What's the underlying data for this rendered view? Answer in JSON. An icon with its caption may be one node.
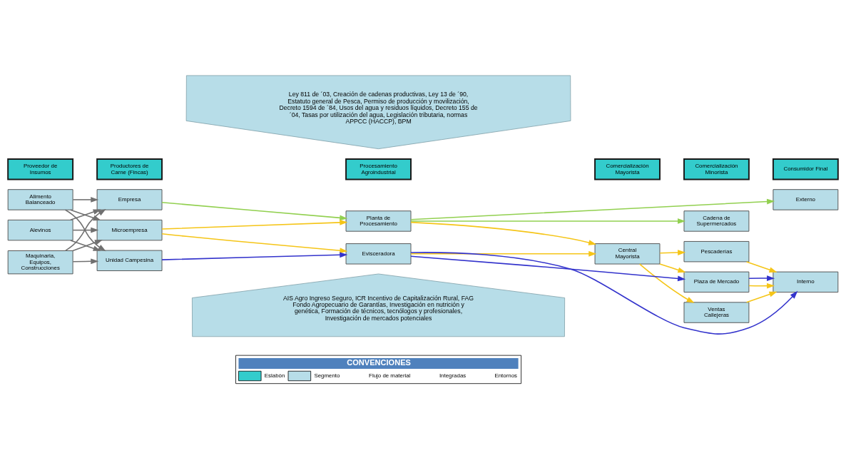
{
  "diagram": {
    "nodes": [
      {
        "text": [
          "Ley 811 de ´03, Creación de cadenas productivas, Ley 13 de ´90, Estatuto general de Pesca, Permiso de producción y movilización, Decreto 1594 de ´84, Usos del agua y residuos líquidos, Decreto 155 de ´04, Tasas por utilización del agua, Legislación tributaria, normas APPCC (HACCP), BPM"
        ]
      },
      {
        "text": [
          "Proveedor de Insumos"
        ]
      },
      {
        "text": [
          "Productores de Carne (Fincas)"
        ]
      },
      {
        "text": [
          "Procesamiento Agroindustrial"
        ]
      },
      {
        "text": [
          "Comercialización Mayorista"
        ]
      },
      {
        "text": [
          "Comercialización Minorista"
        ]
      },
      {
        "text": [
          "Consumidor Final"
        ]
      },
      {
        "text": [
          "Alimento Balanceado"
        ]
      },
      {
        "text": [
          "Empresa"
        ]
      },
      {
        "text": [
          "Cadena de Supermercados"
        ]
      },
      {
        "text": [
          "Planta de Procesamiento"
        ]
      },
      {
        "text": [
          "Externo"
        ]
      },
      {
        "text": [
          "Pescaderías"
        ]
      },
      {
        "text": [
          "Alevinos"
        ]
      },
      {
        "text": [
          "Microempresa"
        ]
      },
      {
        "text": [
          "Central Mayorista"
        ]
      },
      {
        "text": [
          "Plaza de Mercado"
        ]
      },
      {
        "text": [
          "Evisceradora"
        ]
      },
      {
        "text": [
          "Interno"
        ]
      },
      {
        "text": [
          "Maquinaria, Equipos, Construcciones"
        ]
      },
      {
        "text": [
          "Unidad Campesina"
        ]
      },
      {
        "text": [
          "Ventas Callejeras"
        ]
      },
      {
        "text": [
          "AIS Agro Ingreso Seguro, ICR Incentivo de Capitalización Rural, FAG Fondo Agropecuario de Garantías, Investigación en nutrición y genética, Formación de técnicos, tecnólogos y profesionales, Investigación de mercados potenciales"
        ]
      }
    ],
    "edges": [
      {
        "from": 7,
        "to": 8,
        "arrow": "to",
        "color": "#707070"
      },
      {
        "from": 7,
        "to": 14,
        "arrow": "to",
        "color": "#707070"
      },
      {
        "from": 7,
        "to": 20,
        "arrow": "to",
        "color": "#707070"
      },
      {
        "from": 13,
        "to": 8,
        "arrow": "to",
        "color": "#707070"
      },
      {
        "from": 13,
        "to": 14,
        "arrow": "to",
        "color": "#707070"
      },
      {
        "from": 13,
        "to": 20,
        "arrow": "to",
        "color": "#707070"
      },
      {
        "from": 19,
        "to": 8,
        "arrow": "to",
        "color": "#707070"
      },
      {
        "from": 19,
        "to": 14,
        "arrow": "to",
        "color": "#707070"
      },
      {
        "from": 19,
        "to": 20,
        "arrow": "to",
        "color": "#707070"
      },
      {
        "from": 8,
        "to": 10,
        "arrow": "to",
        "color": "#92d050"
      },
      {
        "from": 10,
        "to": 9,
        "arrow": "to",
        "color": "#92d050"
      },
      {
        "from": 10,
        "to": 11,
        "arrow": "to",
        "color": "#92d050"
      },
      {
        "from": 14,
        "to": 10,
        "arrow": "to",
        "color": "#f5c518"
      },
      {
        "from": 14,
        "to": 17,
        "arrow": "to",
        "color": "#f5c518"
      },
      {
        "from": 10,
        "to": 15,
        "arrow": "to",
        "color": "#f5c518"
      },
      {
        "from": 17,
        "to": 15,
        "arrow": "to",
        "color": "#f5c518"
      },
      {
        "from": 15,
        "to": 12,
        "arrow": "to",
        "color": "#f5c518"
      },
      {
        "from": 15,
        "to": 16,
        "arrow": "to",
        "color": "#f5c518"
      },
      {
        "from": 15,
        "to": 21,
        "arrow": "to",
        "color": "#f5c518"
      },
      {
        "from": 12,
        "to": 18,
        "arrow": "to",
        "color": "#f5c518"
      },
      {
        "from": 16,
        "to": 18,
        "arrow": "to",
        "color": "#f5c518"
      },
      {
        "from": 21,
        "to": 18,
        "arrow": "to",
        "color": "#f5c518"
      },
      {
        "from": 20,
        "to": 17,
        "arrow": "to",
        "color": "#3333cc"
      },
      {
        "from": 17,
        "to": 16,
        "arrow": "to",
        "color": "#3333cc"
      },
      {
        "from": 17,
        "to": 18,
        "arrow": "to",
        "color": "#3333cc"
      },
      {
        "from": 16,
        "to": 18,
        "arrow": "to",
        "color": "#3333cc"
      }
    ],
    "labels": [
      "CONVENCIONES"
    ],
    "legend": [
      {
        "text": "Eslabón",
        "color": "#33cccc"
      },
      {
        "text": "Segmento",
        "color": "#b7dde8"
      },
      {
        "text": "Flujo de material"
      },
      {
        "text": "Integradas"
      },
      {
        "text": "Entornos"
      }
    ]
  }
}
